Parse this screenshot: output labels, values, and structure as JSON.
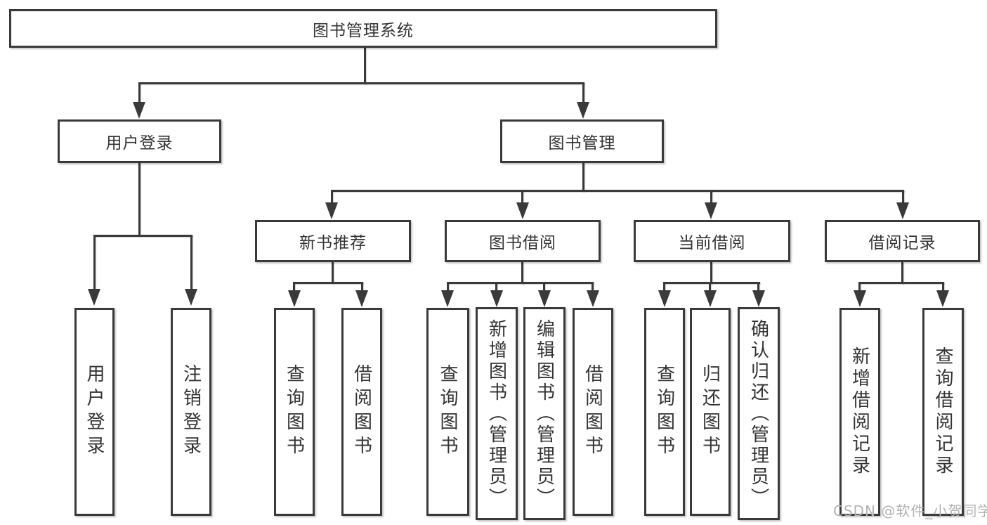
{
  "diagram": {
    "title": "图书管理系统",
    "branches": {
      "user_login": {
        "label": "用户登录",
        "children": [
          "用户登录",
          "注销登录"
        ]
      },
      "book_mgmt": {
        "label": "图书管理",
        "children": {
          "new_book": {
            "label": "新书推荐",
            "children": [
              "查询图书",
              "借阅图书"
            ]
          },
          "book_borrow": {
            "label": "图书借阅",
            "children": [
              "查询图书",
              "新增图书（管理员）",
              "编辑图书（管理员）",
              "借阅图书"
            ]
          },
          "current_borrow": {
            "label": "当前借阅",
            "children": [
              "查询图书",
              "归还图书",
              "确认归还（管理员）"
            ]
          },
          "borrow_record": {
            "label": "借阅记录",
            "children": [
              "新增借阅记录",
              "查询借阅记录"
            ]
          }
        }
      }
    },
    "watermark": "CSDN @软件_小贺同学",
    "colors": {
      "line": "#3a3a3c",
      "text": "#333333",
      "watermark": "#b3b3b3",
      "background": "#ffffff"
    }
  }
}
